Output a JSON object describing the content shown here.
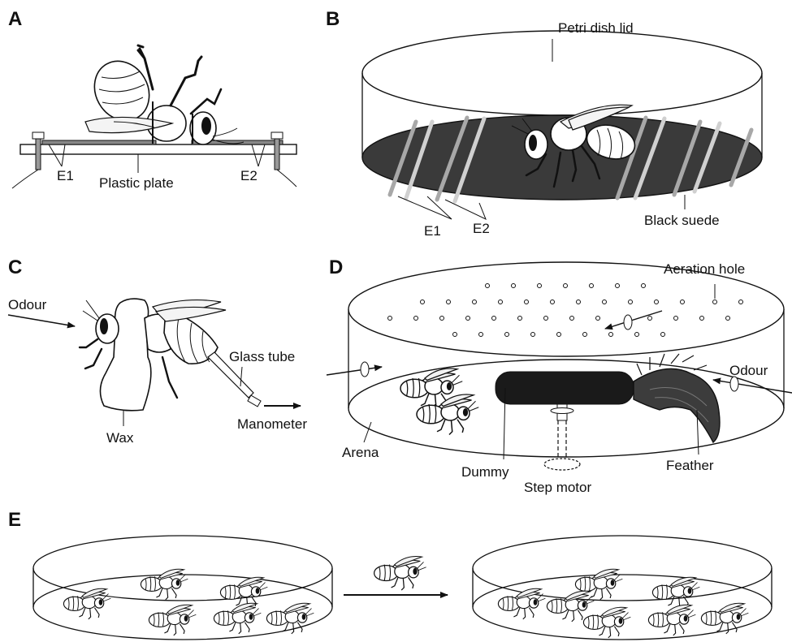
{
  "panels": {
    "a": {
      "letter": "A",
      "labels": {
        "e1": "E1",
        "e2": "E2",
        "plate": "Plastic plate"
      }
    },
    "b": {
      "letter": "B",
      "labels": {
        "lid": "Petri dish lid",
        "e1": "E1",
        "e2": "E2",
        "suede": "Black suede"
      }
    },
    "c": {
      "letter": "C",
      "labels": {
        "odour": "Odour",
        "tube": "Glass tube",
        "manometer": "Manometer",
        "wax": "Wax"
      }
    },
    "d": {
      "letter": "D",
      "labels": {
        "aeration": "Aeration hole",
        "odour": "Odour",
        "arena": "Arena",
        "dummy": "Dummy",
        "motor": "Step motor",
        "feather": "Feather"
      }
    },
    "e": {
      "letter": "E"
    }
  },
  "colors": {
    "ink": "#111111",
    "suede": "#3a3a3a",
    "electrode_stripe": "#a8a8a8",
    "dummy": "#1a1a1a",
    "feather": "#3c3c3c",
    "bee_thorax_marked": "#9a9a9a"
  },
  "icons": {
    "arrow": "arrow-icon",
    "bee": "bee-icon"
  }
}
